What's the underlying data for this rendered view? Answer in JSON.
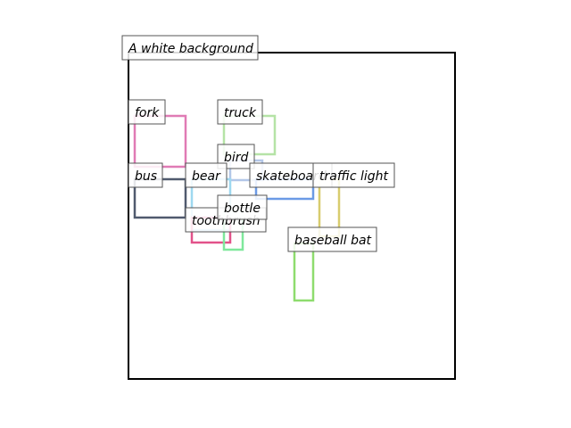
{
  "scene": {
    "caption": "A white background"
  },
  "objects": [
    {
      "label": "fork",
      "color": "#e07bb5"
    },
    {
      "label": "truck",
      "color": "#b5e3a6"
    },
    {
      "label": "bird",
      "color": "#b3c7e8"
    },
    {
      "label": "bus",
      "color": "#505a6e"
    },
    {
      "label": "bear",
      "color": "#9ed8f0"
    },
    {
      "label": "skateboard",
      "color": "#6b9ae6"
    },
    {
      "label": "traffic light",
      "color": "#d8cc6e"
    },
    {
      "label": "toothbrush",
      "color": "#e2528a"
    },
    {
      "label": "bottle",
      "color": "#7fe89c"
    },
    {
      "label": "baseball bat",
      "color": "#8edc6e"
    }
  ]
}
